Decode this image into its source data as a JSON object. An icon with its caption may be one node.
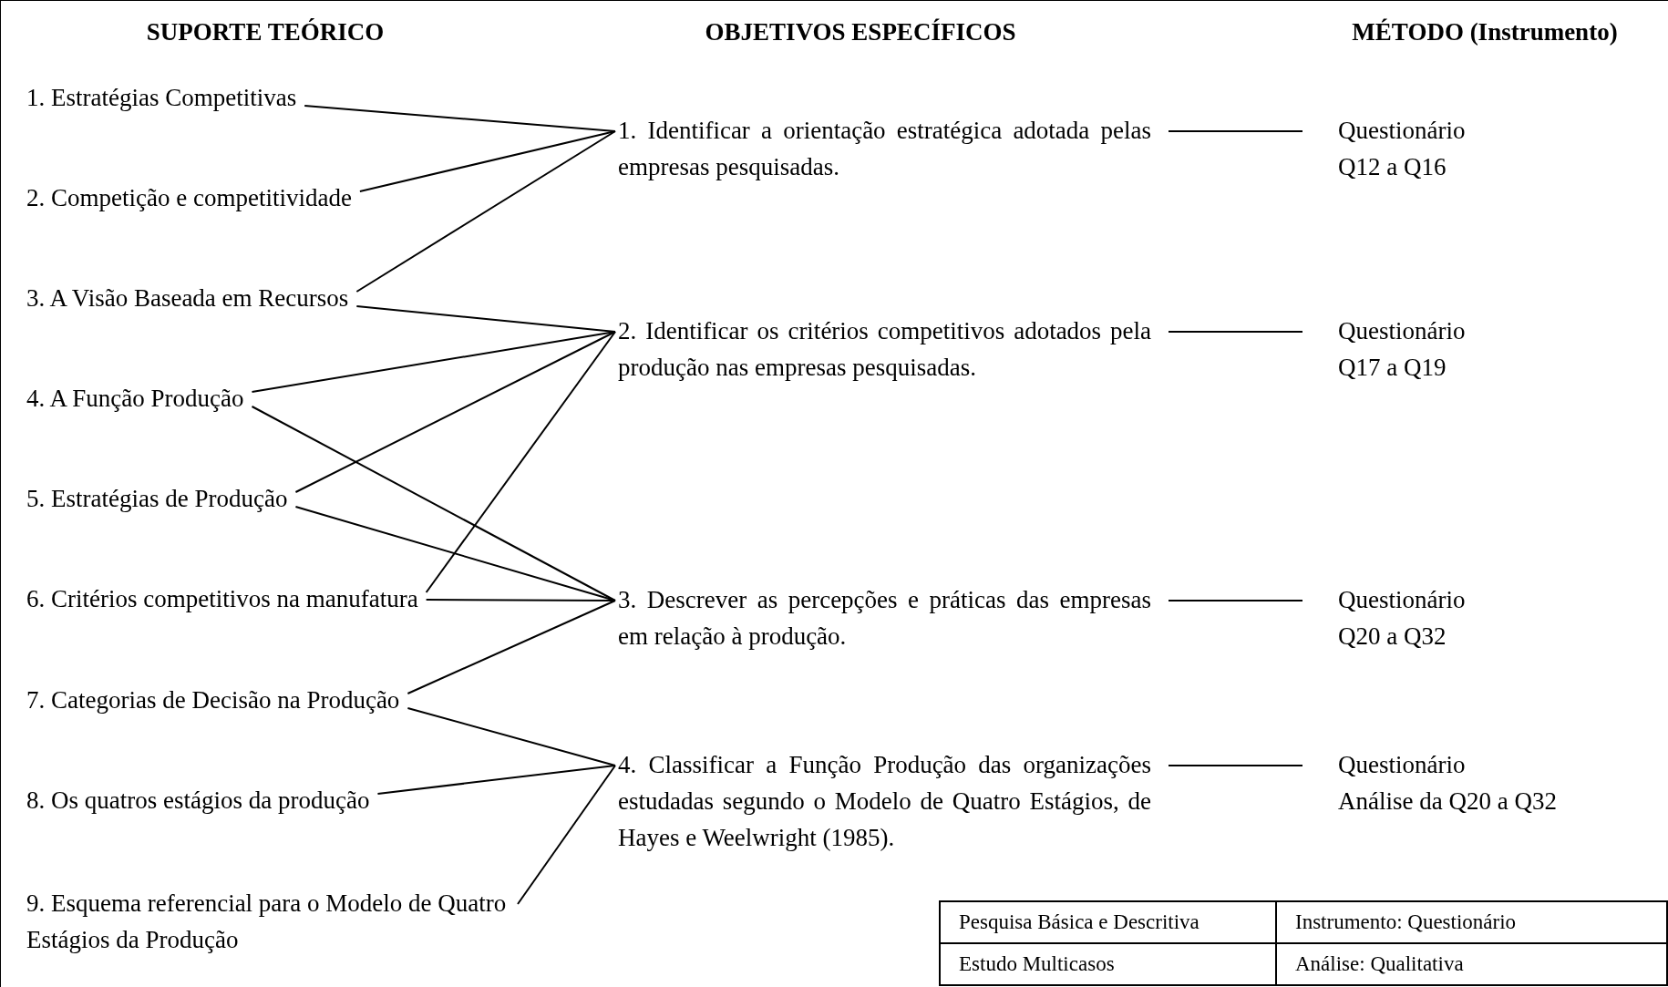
{
  "diagram": {
    "nodes": [
      {
        "text": [
          "1. Estratégias Competitivas"
        ]
      },
      {
        "text": [
          "2. Competição e competitividade"
        ]
      },
      {
        "text": [
          "3. A Visão Baseada em Recursos"
        ]
      },
      {
        "text": [
          "4. A Função Produção"
        ]
      },
      {
        "text": [
          "5. Estratégias de Produção"
        ]
      },
      {
        "text": [
          "6. Critérios competitivos na manufatura"
        ]
      },
      {
        "text": [
          "7. Categorias de Decisão na Produção"
        ]
      },
      {
        "text": [
          "8. Os quatros estágios da produção"
        ]
      },
      {
        "text": [
          "9. Esquema referencial para o Modelo de Quatro Estágios da Produção"
        ]
      },
      {
        "text": [
          "1. Identificar a orientação estratégica adotada pelas empresas pesquisadas."
        ]
      },
      {
        "text": [
          "2. Identificar os critérios competitivos adotados pela produção nas empresas pesquisadas."
        ]
      },
      {
        "text": [
          "3. Descrever as percepções e práticas das empresas em relação à produção."
        ]
      },
      {
        "text": [
          "4. Classificar a Função Produção das organizações estudadas segundo o Modelo de Quatro Estágios, de Hayes e Weelwright (1985)."
        ]
      },
      {
        "text": [
          "Questionário",
          "Q12 a Q16"
        ]
      },
      {
        "text": [
          "Questionário",
          "Q17 a Q19"
        ]
      },
      {
        "text": [
          "Questionário",
          "Q20 a Q32"
        ]
      },
      {
        "text": [
          "Questionário",
          "Análise da Q20 a Q32"
        ]
      }
    ],
    "edges": [
      {
        "from": 0,
        "to": 9,
        "arrow": "none"
      },
      {
        "from": 1,
        "to": 9,
        "arrow": "none"
      },
      {
        "from": 2,
        "to": 9,
        "arrow": "none"
      },
      {
        "from": 2,
        "to": 10,
        "arrow": "none"
      },
      {
        "from": 3,
        "to": 10,
        "arrow": "none"
      },
      {
        "from": 3,
        "to": 11,
        "arrow": "none"
      },
      {
        "from": 4,
        "to": 10,
        "arrow": "none"
      },
      {
        "from": 4,
        "to": 11,
        "arrow": "none"
      },
      {
        "from": 5,
        "to": 10,
        "arrow": "none"
      },
      {
        "from": 5,
        "to": 11,
        "arrow": "none"
      },
      {
        "from": 6,
        "to": 11,
        "arrow": "none"
      },
      {
        "from": 6,
        "to": 12,
        "arrow": "none"
      },
      {
        "from": 7,
        "to": 12,
        "arrow": "none"
      },
      {
        "from": 8,
        "to": 12,
        "arrow": "none"
      },
      {
        "from": 9,
        "to": 13,
        "arrow": "none"
      },
      {
        "from": 10,
        "to": 14,
        "arrow": "none"
      },
      {
        "from": 11,
        "to": 15,
        "arrow": "none"
      },
      {
        "from": 12,
        "to": 16,
        "arrow": "none"
      }
    ],
    "labels": [
      "SUPORTE TEÓRICO",
      "OBJETIVOS ESPECÍFICOS",
      "MÉTODO (Instrumento)",
      "Pesquisa Básica e Descritiva",
      "Instrumento: Questionário",
      "Estudo Multicasos",
      "Análise: Qualitativa"
    ]
  }
}
